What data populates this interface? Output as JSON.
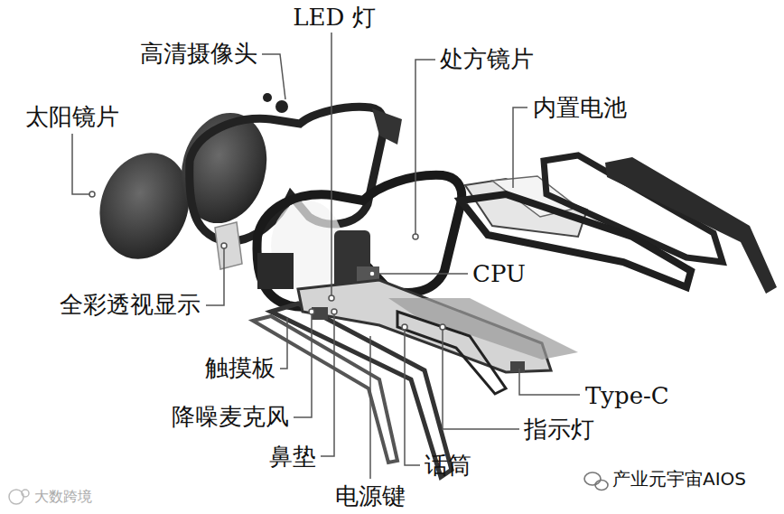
{
  "diagram": {
    "labels": [
      "LED 灯",
      "高清摄像头",
      "处方镜片",
      "内置电池",
      "太阳镜片",
      "CPU",
      "全彩透视显示",
      "触摸板",
      "Type-C",
      "降噪麦克风",
      "指示灯",
      "鼻垫",
      "话筒",
      "电源键",
      "产业元宇宙AIOS",
      "大数跨境"
    ]
  }
}
